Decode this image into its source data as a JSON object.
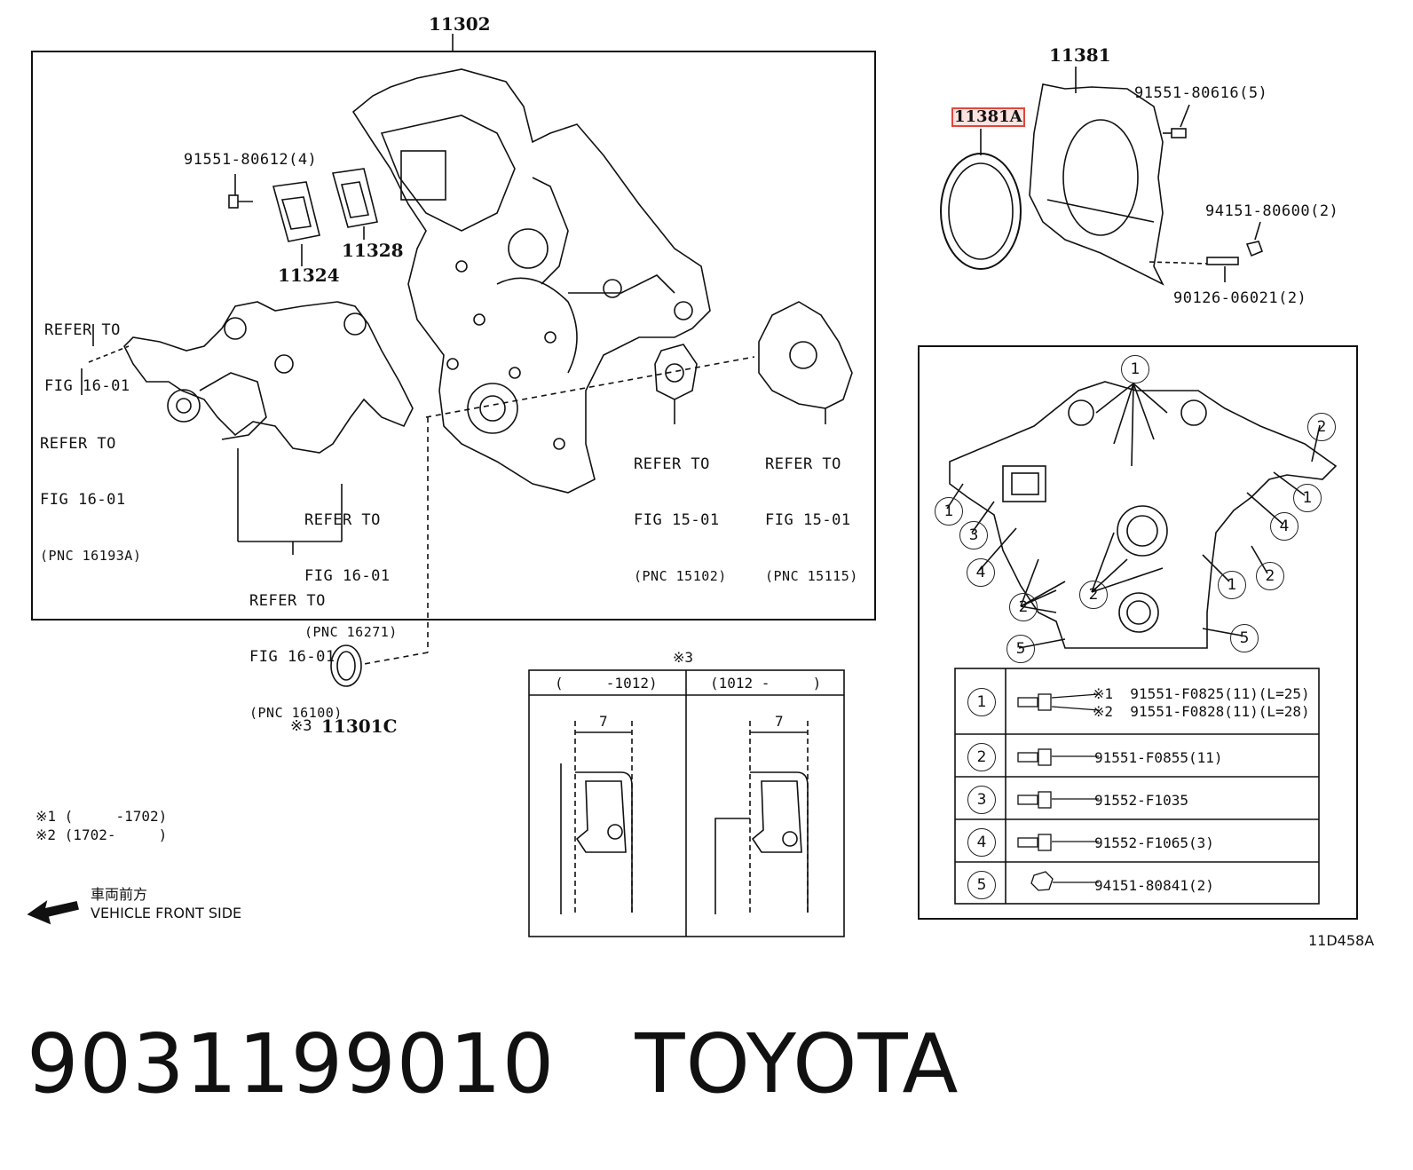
{
  "diagram": {
    "main_group_label": "11302",
    "parts": {
      "p11381": "11381",
      "p11381a": "11381A",
      "p91551_80616": "91551-80616(5)",
      "p94151_80600": "94151-80600(2)",
      "p90126_06021": "90126-06021(2)",
      "p91551_80612": "91551-80612(4)",
      "p11324": "11324",
      "p11328": "11328",
      "p11301c": "11301C",
      "p11301c_mark": "※3"
    },
    "refs": [
      {
        "line1": "REFER TO",
        "line2": "FIG 16-01",
        "line3": ""
      },
      {
        "line1": "REFER TO",
        "line2": "FIG 16-01",
        "line3": "(PNC 16193A)"
      },
      {
        "line1": "REFER TO",
        "line2": "FIG 16-01",
        "line3": "(PNC 16271)"
      },
      {
        "line1": "REFER TO",
        "line2": "FIG 16-01",
        "line3": "(PNC 16100)"
      },
      {
        "line1": "REFER TO",
        "line2": "FIG 15-01",
        "line3": "(PNC 15102)"
      },
      {
        "line1": "REFER TO",
        "line2": "FIG 15-01",
        "line3": "(PNC 15115)"
      }
    ],
    "notes": [
      "※1 (     -1702)",
      "※2 (1702-     )"
    ],
    "direction": {
      "jp": "車両前方",
      "en": "VEHICLE FRONT SIDE"
    },
    "inset": {
      "title": "※3",
      "col1": "(     -1012)",
      "col2": "(1012 -     )",
      "dim1": "7",
      "dim2": "7"
    },
    "bolt_callouts": [
      "1",
      "2",
      "3",
      "4",
      "5"
    ],
    "bolt_table": [
      {
        "num": "1",
        "lines": [
          "※1  91551-F0825(11)(L=25)",
          "※2  91551-F0828(11)(L=28)"
        ]
      },
      {
        "num": "2",
        "lines": [
          "91551-F0855(11)"
        ]
      },
      {
        "num": "3",
        "lines": [
          "91552-F1035"
        ]
      },
      {
        "num": "4",
        "lines": [
          "91552-F1065(3)"
        ]
      },
      {
        "num": "5",
        "lines": [
          "94151-80841(2)"
        ]
      }
    ],
    "figure_code": "11D458A"
  },
  "footer": {
    "part_number": "9031199010",
    "brand": "TOYOTA"
  }
}
